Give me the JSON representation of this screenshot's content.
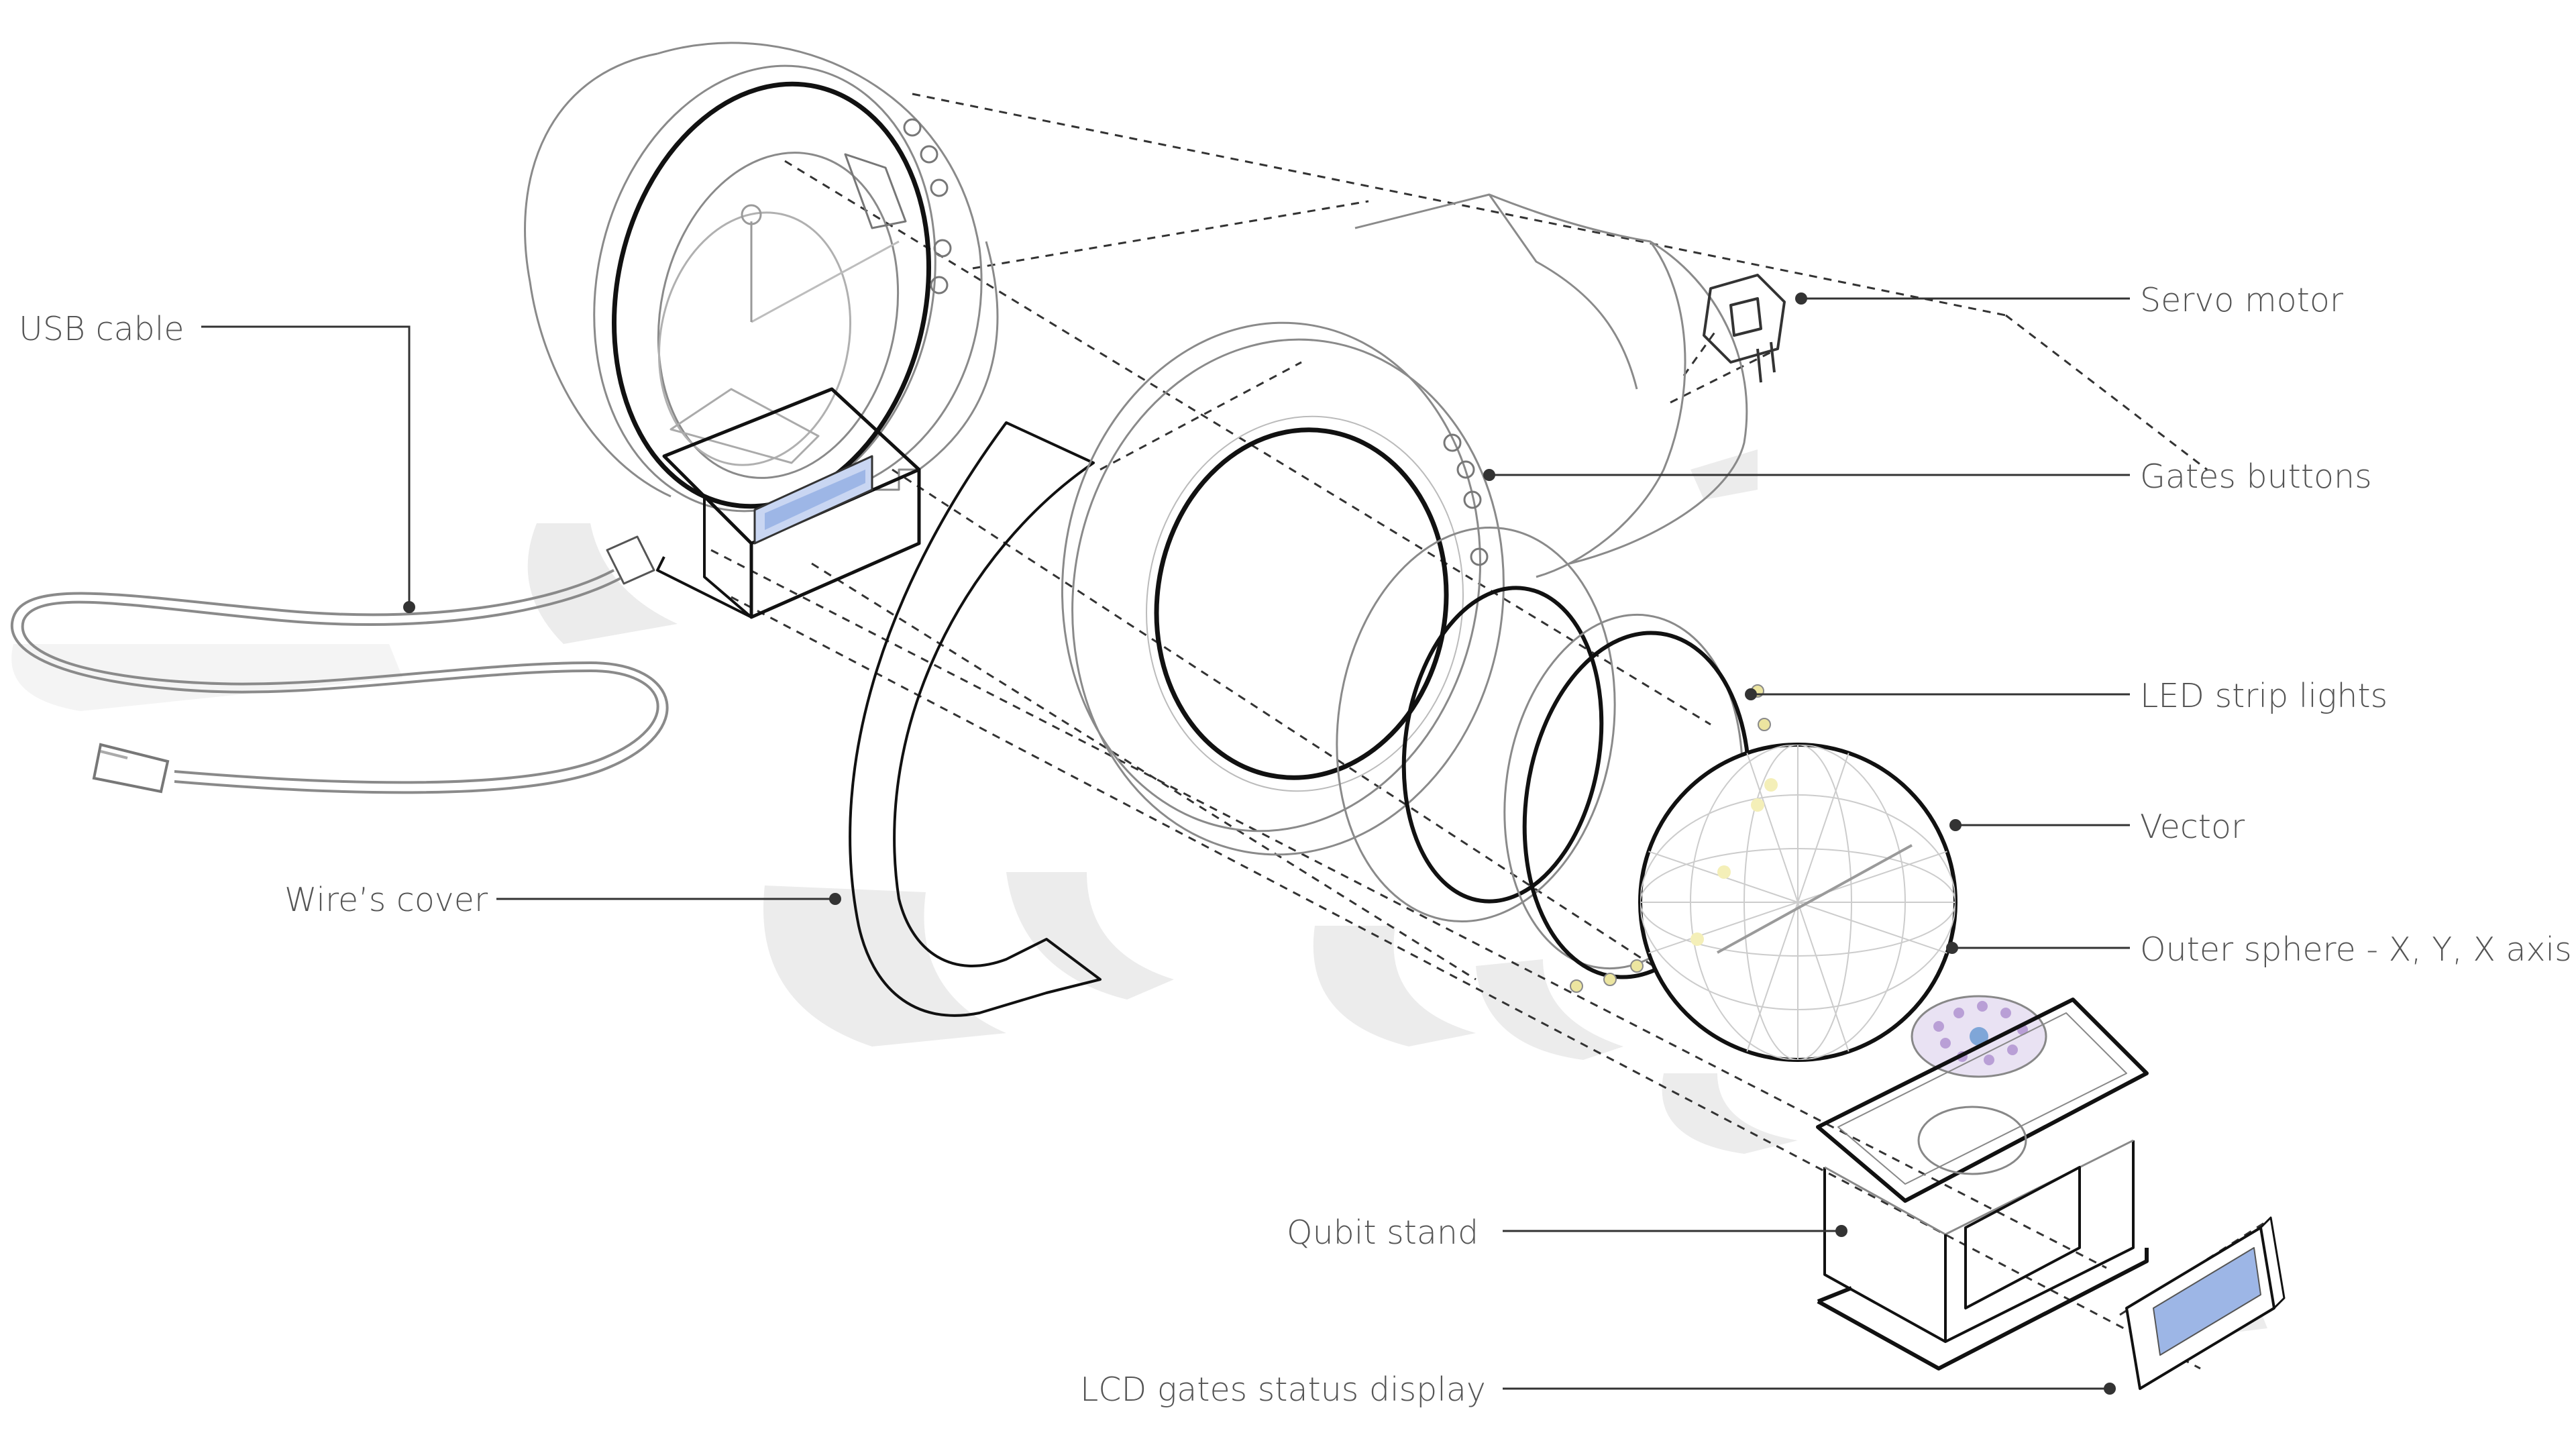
{
  "labels": {
    "usb_cable": "USB cable",
    "wires_cover": "Wire’s cover",
    "servo_motor": "Servo motor",
    "gates_buttons": "Gates buttons",
    "led_strip_lights": "LED strip lights",
    "vector": "Vector",
    "outer_sphere": "Outer sphere - X, Y, X axis",
    "qubit_stand": "Qubit stand",
    "lcd_display": "LCD gates status display"
  },
  "colors": {
    "line": "#1a1a1a",
    "thin": "#8a8a8a",
    "shadow": "#ececec",
    "label": "#555555",
    "lcd": "#9db6e6",
    "board": "#b99fd6"
  }
}
